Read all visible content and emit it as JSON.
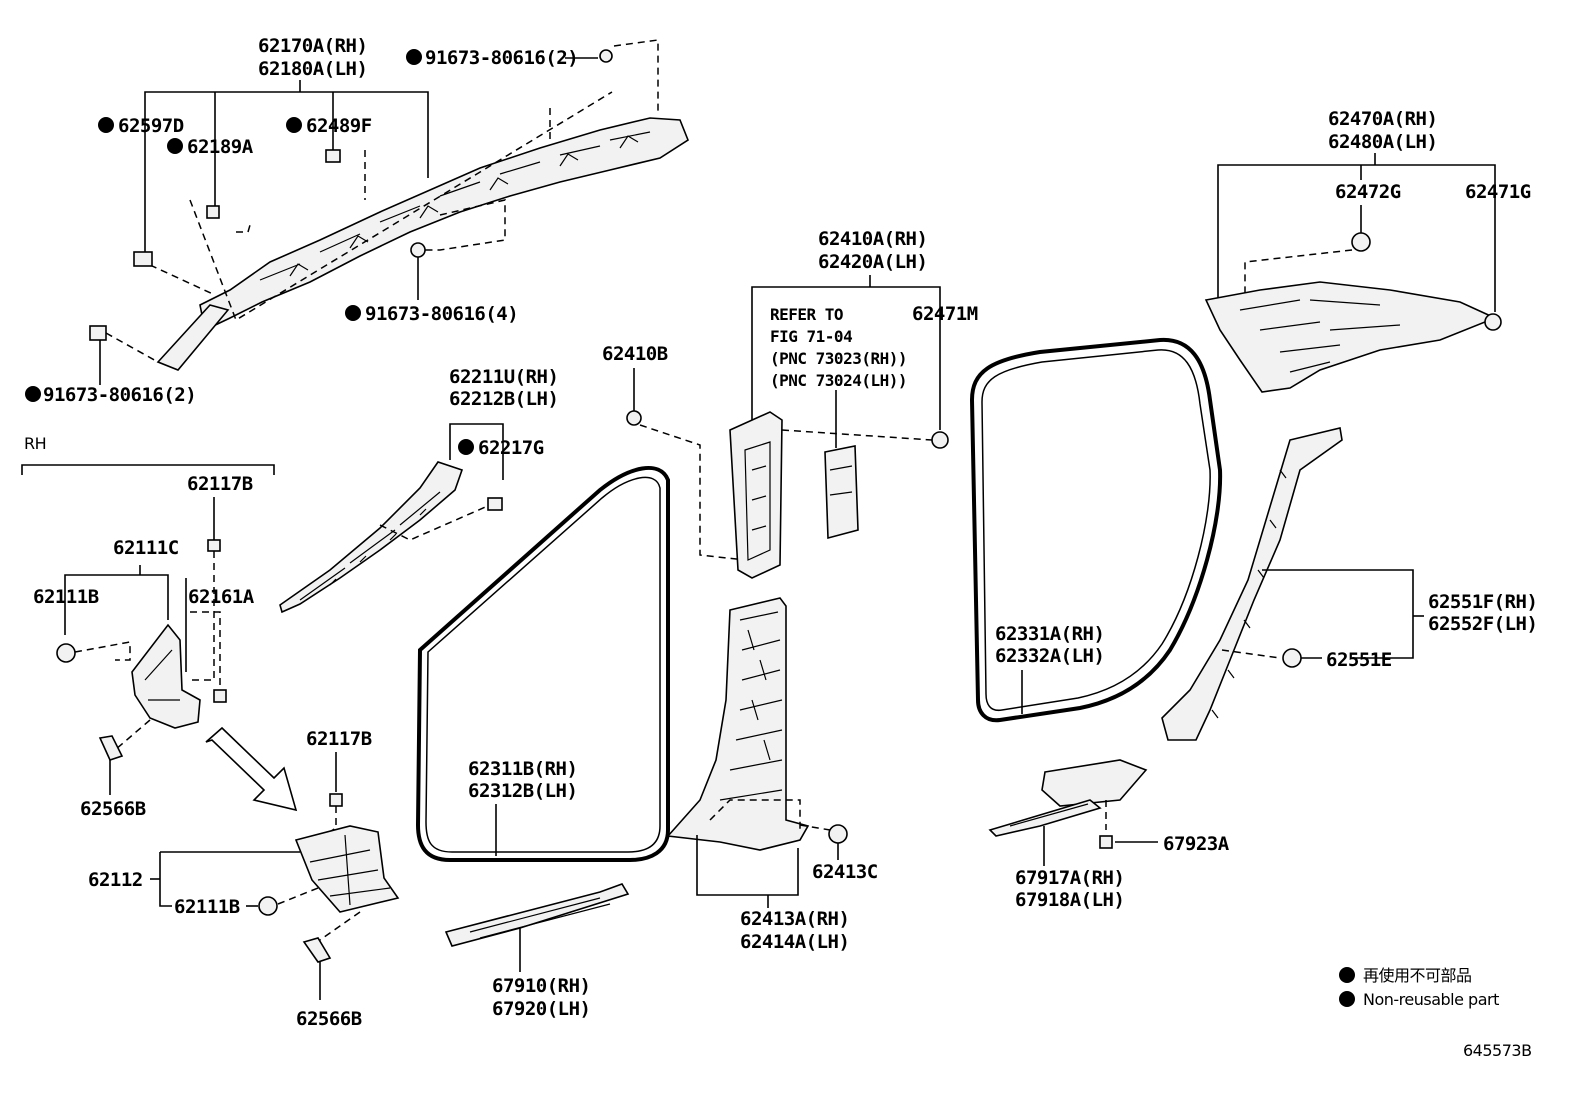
{
  "labels": {
    "p62170": [
      "62170A(RH)",
      "62180A(LH)"
    ],
    "p62597D": "62597D",
    "p62189A": "62189A",
    "p62489F": "62489F",
    "p91673_top": "91673-80616(2)",
    "p91673_mid": "91673-80616(4)",
    "p91673_left": "91673-80616(2)",
    "p62410A": [
      "62410A(RH)",
      "62420A(LH)"
    ],
    "refer": [
      "REFER TO",
      "FIG 71-04",
      "(PNC 73023(RH))",
      "(PNC 73024(LH))"
    ],
    "p62471M": "62471M",
    "p62410B": "62410B",
    "p62470A": [
      "62470A(RH)",
      "62480A(LH)"
    ],
    "p62472G": "62472G",
    "p62471G": "62471G",
    "p62211U": [
      "62211U(RH)",
      "62212B(LH)"
    ],
    "p62217G": "62217G",
    "rh": "RH",
    "p62117B_top": "62117B",
    "p62111C": "62111C",
    "p62111B_top": "62111B",
    "p62161A": "62161A",
    "p62566B_top": "62566B",
    "p62117B_bot": "62117B",
    "p62112": "62112",
    "p62111B_bot": "62111B",
    "p62566B_bot": "62566B",
    "p62311B": [
      "62311B(RH)",
      "62312B(LH)"
    ],
    "p67910": [
      "67910(RH)",
      "67920(LH)"
    ],
    "p62413C": "62413C",
    "p62413A": [
      "62413A(RH)",
      "62414A(LH)"
    ],
    "p62331A": [
      "62331A(RH)",
      "62332A(LH)"
    ],
    "p62551F": [
      "62551F(RH)",
      "62552F(LH)"
    ],
    "p62551E": "62551E",
    "p67923A": "67923A",
    "p67917A": [
      "67917A(RH)",
      "67918A(LH)"
    ]
  },
  "legend": {
    "jp": "再使用不可部品",
    "en": "Non-reusable part"
  },
  "drawing_code": "645573B"
}
